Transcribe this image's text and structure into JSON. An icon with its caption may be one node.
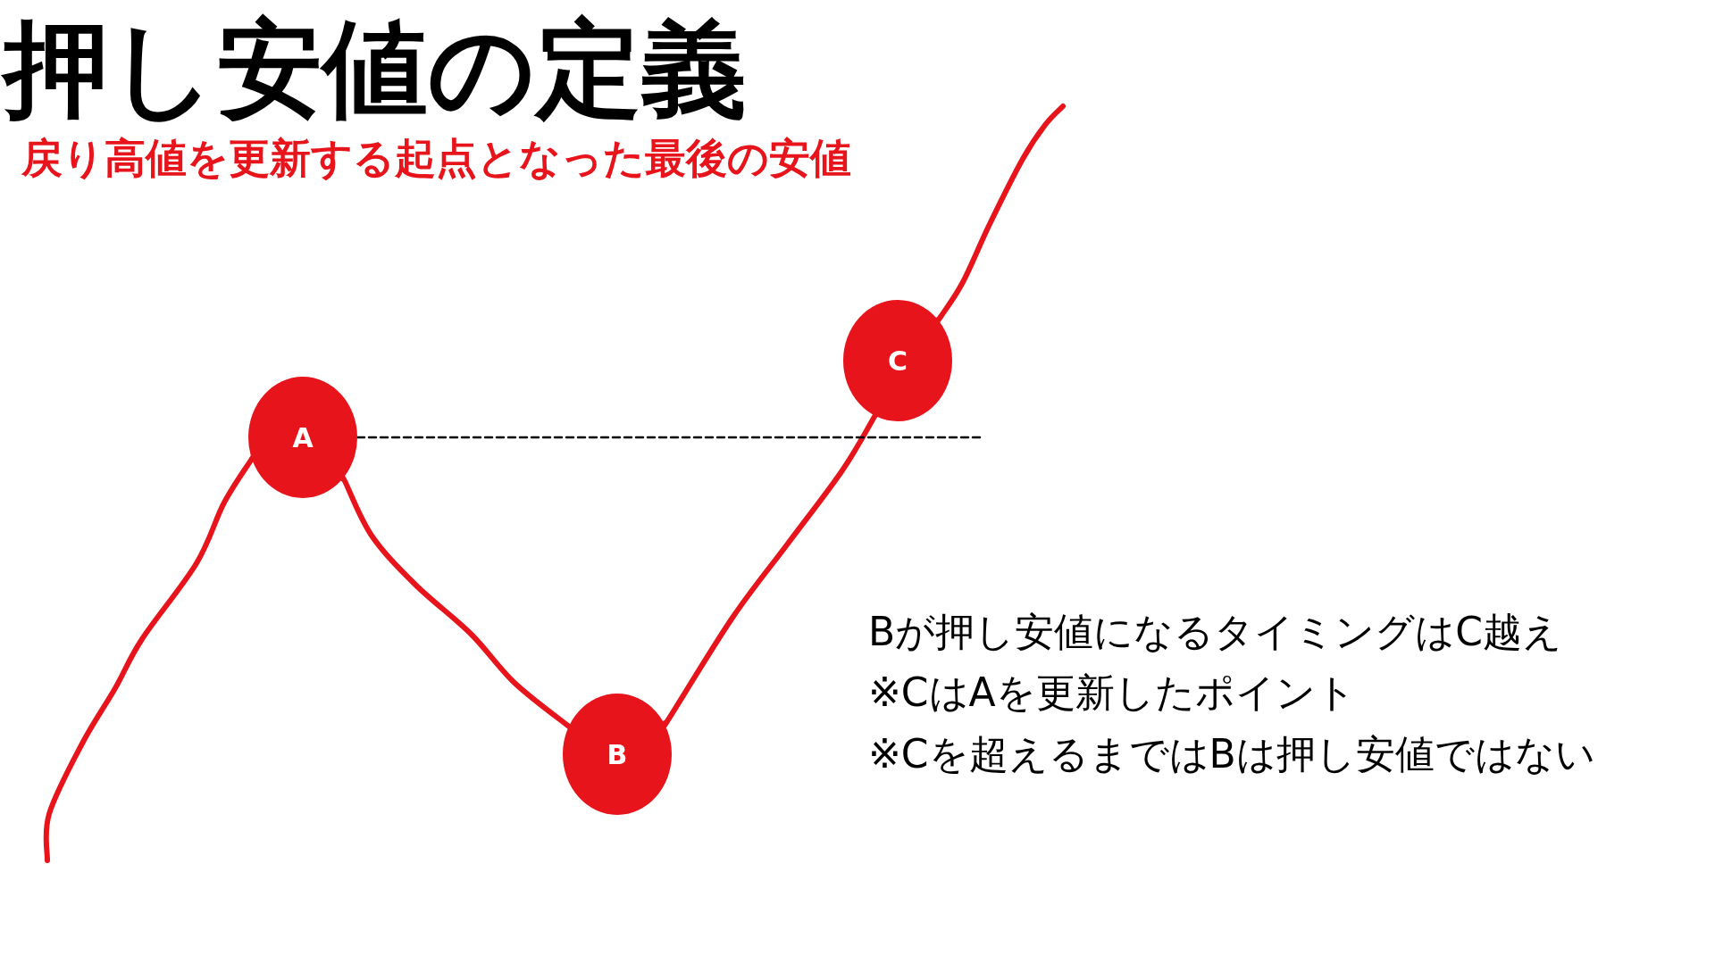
{
  "diagram": {
    "title": "押し安値の定義",
    "caption": "戻り高値を更新する起点となった最後の安値",
    "nodes": [
      {
        "text": [
          "A"
        ]
      },
      {
        "text": [
          "B"
        ]
      },
      {
        "text": [
          "C"
        ]
      }
    ],
    "edges": [
      {
        "from": null,
        "to": 0,
        "arrow": "none"
      },
      {
        "from": 0,
        "to": 1,
        "arrow": "none"
      },
      {
        "from": 1,
        "to": 2,
        "arrow": "none"
      },
      {
        "from": 2,
        "to": null,
        "arrow": "none"
      },
      {
        "from": 0,
        "to": null,
        "arrow": "none",
        "style": "dashed",
        "color": "#000000"
      }
    ],
    "labels": [
      "Bが押し安値になるタイミングはC越え",
      "※CはAを更新したポイント",
      "※Cを超えるまではBは押し安値ではない"
    ]
  }
}
